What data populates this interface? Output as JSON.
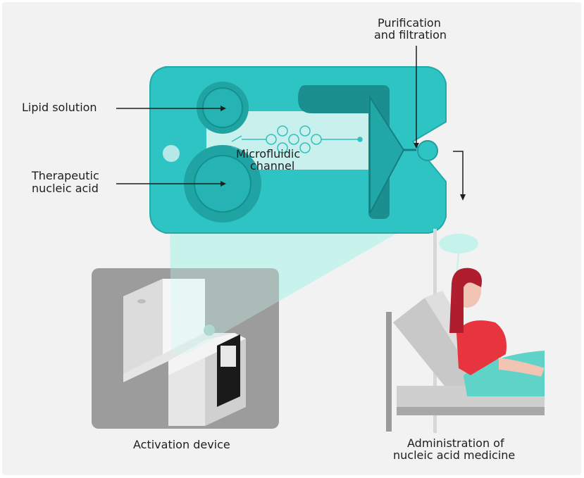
{
  "labels": {
    "lipid_solution": "Lipid solution",
    "therapeutic_line1": "Therapeutic",
    "therapeutic_line2": "nucleic acid",
    "microfluidic_line1": "Microfluidic",
    "microfluidic_line2": "channel",
    "purification_line1": "Purification",
    "purification_line2": "and filtration",
    "activation_device": "Activation device",
    "administration_line1": "Administration of",
    "administration_line2": "nucleic acid medicine"
  },
  "colors": {
    "background": "#f2f2f2",
    "cartridge": "#2ec4c4",
    "cartridge_dark": "#1f9e9e",
    "channel_panel": "#c8f0ec",
    "light_beam": "#bff2ea",
    "device_panel": "#9c9c9c",
    "patient_shirt": "#e8343e",
    "patient_hair": "#b01e2e",
    "blanket": "#5fd3c8"
  }
}
